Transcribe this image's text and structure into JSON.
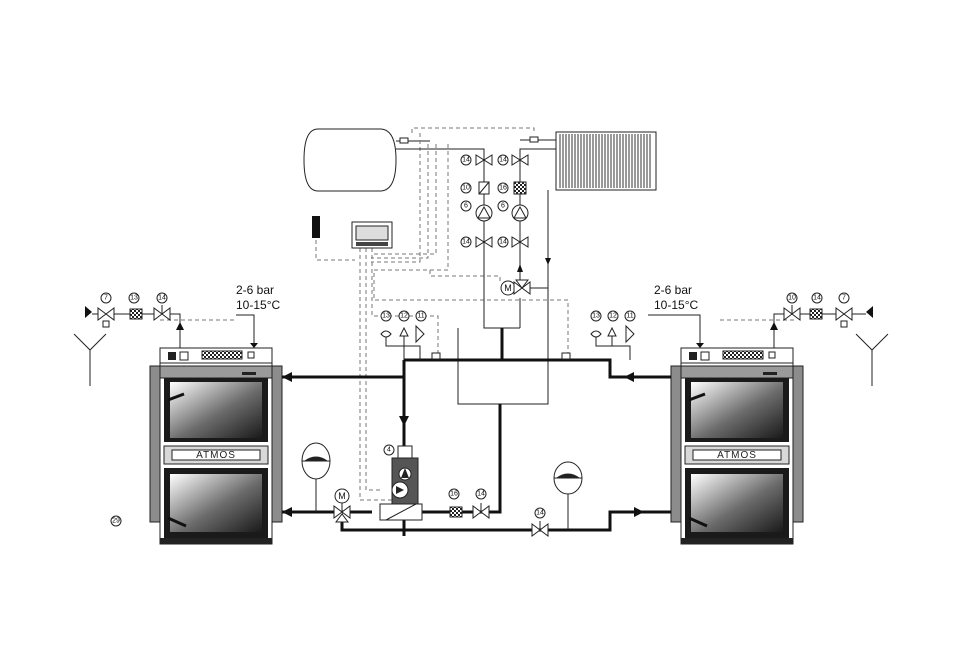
{
  "pressure_left": {
    "line1": "2-6 bar",
    "line2": "10-15°C"
  },
  "pressure_right": {
    "line1": "2-6 bar",
    "line2": "10-15°C"
  },
  "boiler_left": {
    "brand": "ATMOS"
  },
  "boiler_right": {
    "brand": "ATMOS"
  },
  "motor_label": "M",
  "callouts": {
    "c7": "7",
    "c13": "13",
    "c14": "14",
    "c10": "10",
    "c12": "12",
    "c11": "11",
    "c4": "4",
    "c6": "6",
    "c16": "16",
    "c29": "29"
  }
}
